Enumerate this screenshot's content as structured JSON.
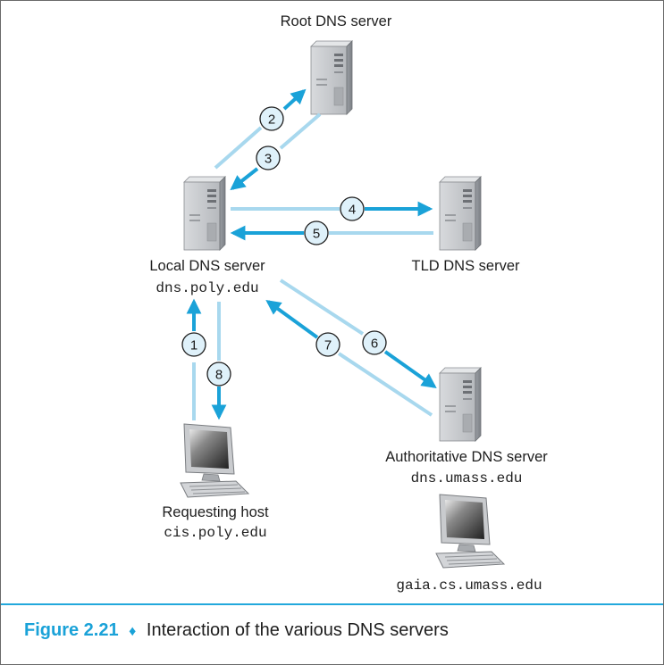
{
  "servers": {
    "root": {
      "label": "Root DNS server"
    },
    "local": {
      "label": "Local DNS server",
      "hostname": "dns.poly.edu"
    },
    "tld": {
      "label": "TLD DNS server"
    },
    "authoritative": {
      "label": "Authoritative DNS server",
      "hostname": "dns.umass.edu"
    }
  },
  "hosts": {
    "requesting": {
      "label": "Requesting host",
      "hostname": "cis.poly.edu"
    },
    "target": {
      "hostname": "gaia.cs.umass.edu"
    }
  },
  "steps": [
    "1",
    "2",
    "3",
    "4",
    "5",
    "6",
    "7",
    "8"
  ],
  "colors": {
    "accent": "#1aa2d8",
    "faded": "#a8d8ee"
  },
  "caption": {
    "figure": "Figure 2.21",
    "separator": "♦",
    "text": "Interaction of the various DNS servers"
  }
}
